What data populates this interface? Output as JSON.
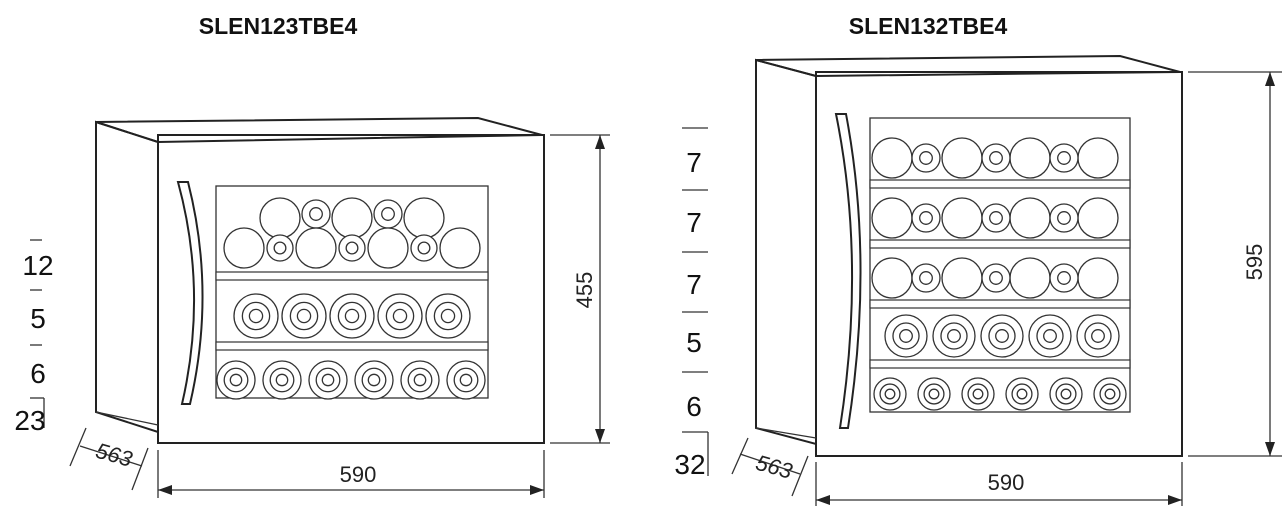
{
  "models": [
    {
      "title": "SLEN123TBE4",
      "depth_label": "563",
      "width_label": "590",
      "height_label": "455",
      "shelf_capacities": [
        "12",
        "5",
        "6",
        "23"
      ]
    },
    {
      "title": "SLEN132TBE4",
      "depth_label": "563",
      "width_label": "590",
      "height_label": "595",
      "shelf_capacities": [
        "7",
        "7",
        "7",
        "5",
        "6",
        "32"
      ]
    }
  ]
}
